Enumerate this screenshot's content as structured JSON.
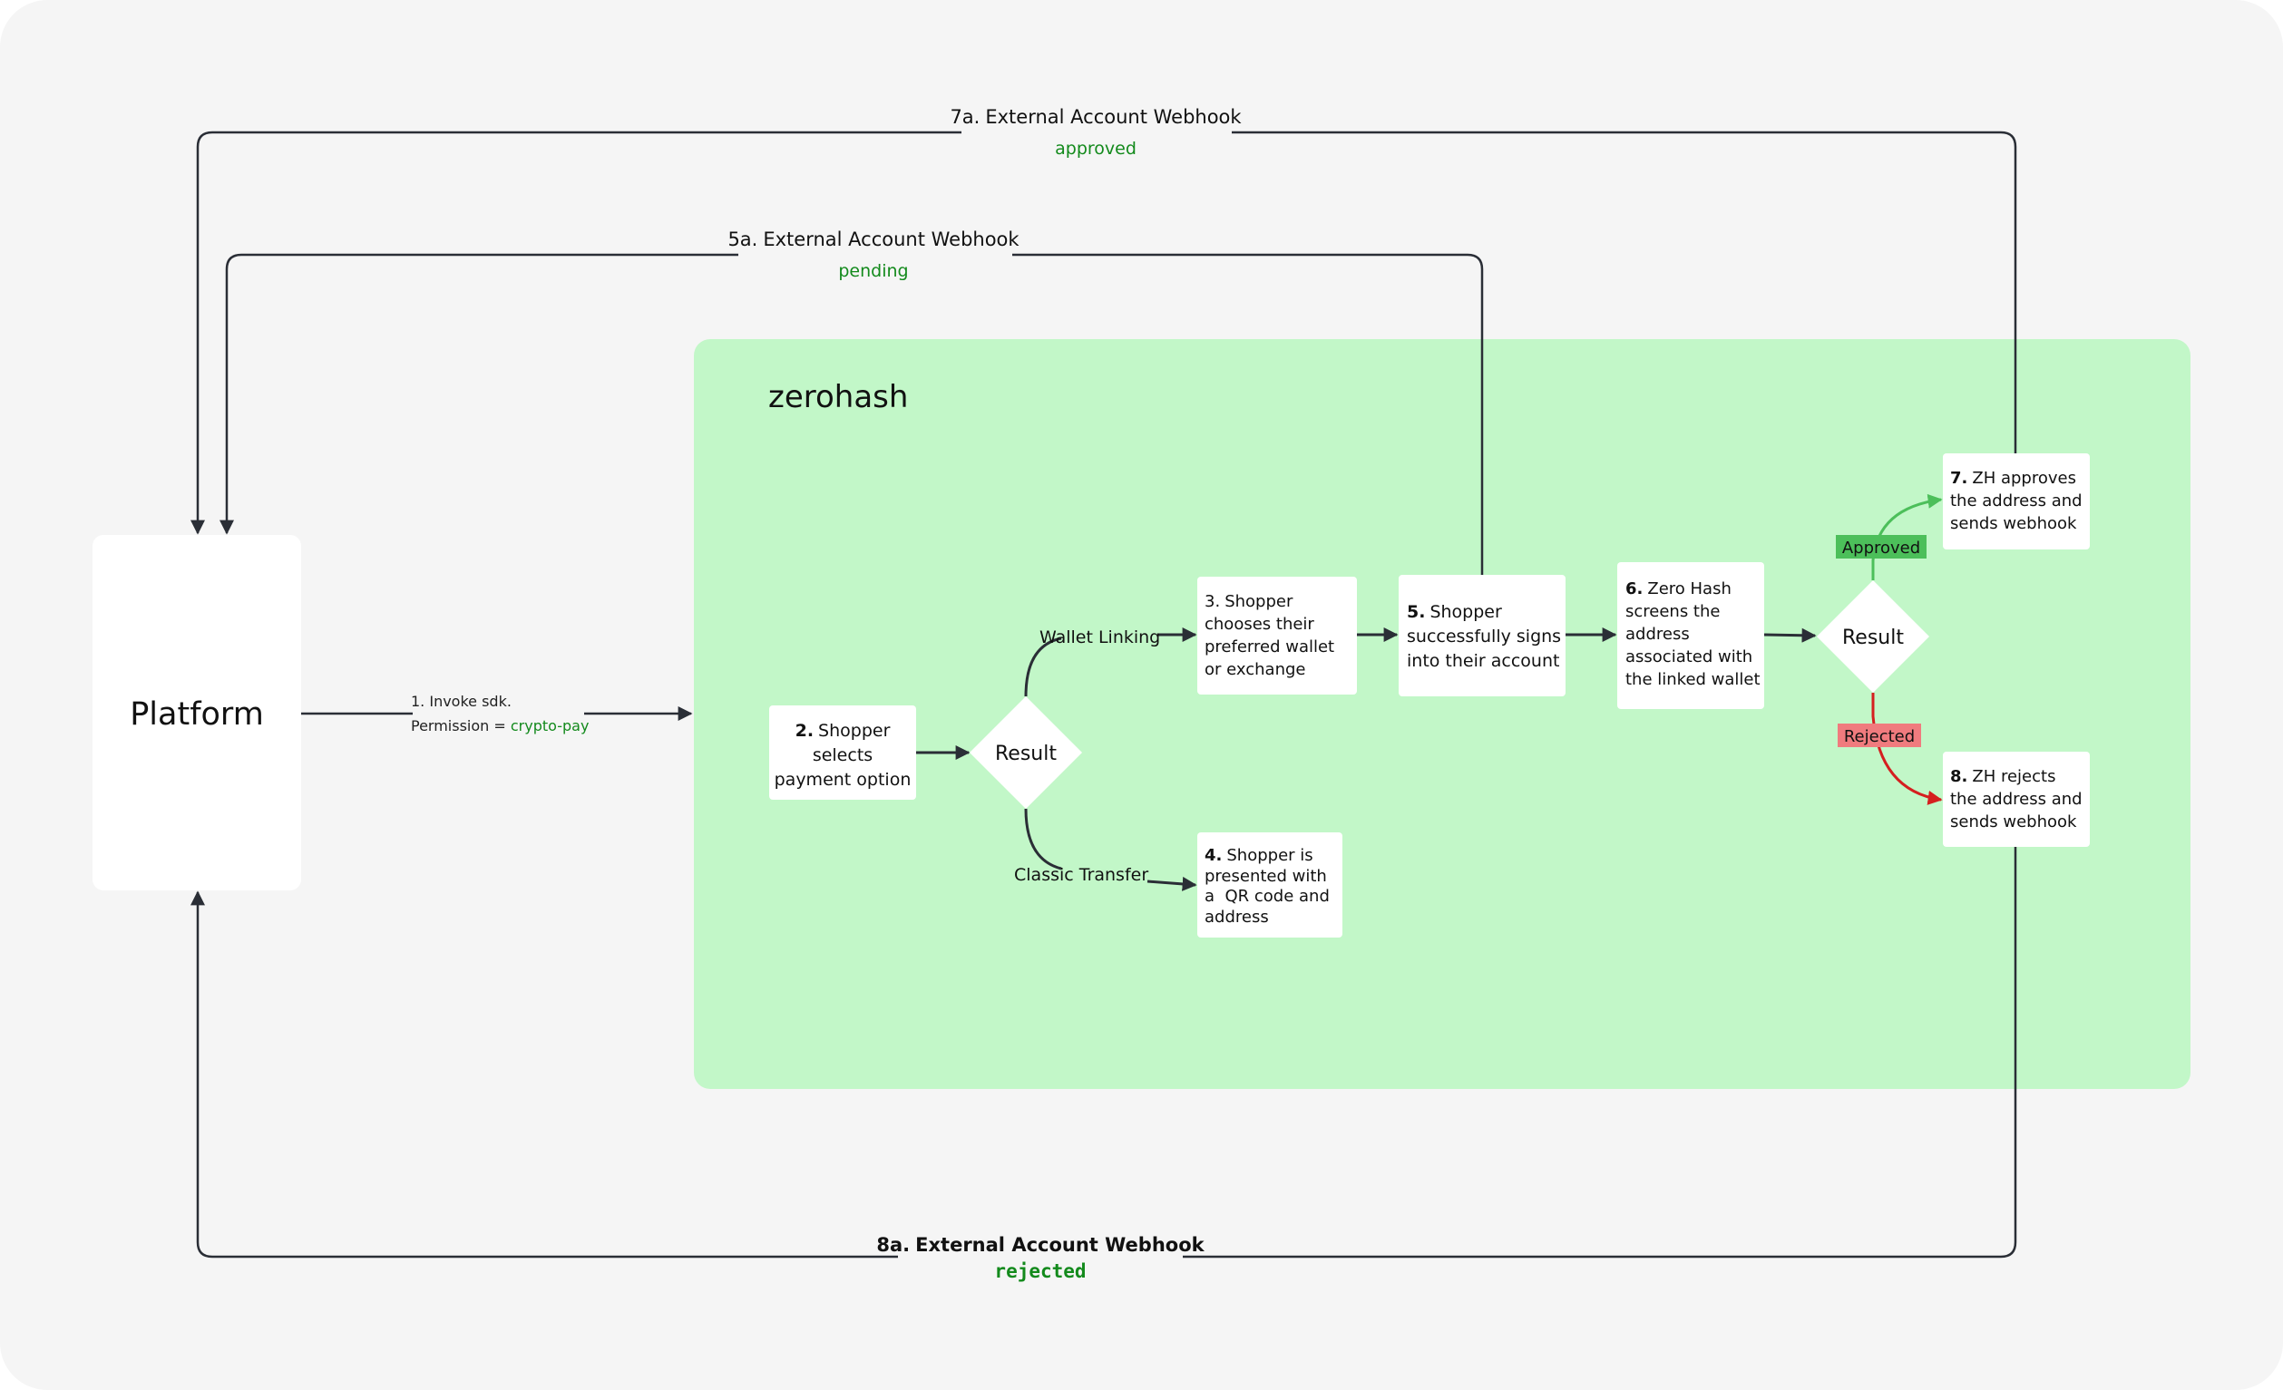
{
  "colors": {
    "canvas": "#f5f5f5",
    "zone": "#c2f7c8",
    "box": "#ffffff",
    "line": "#2a2e36",
    "text": "#111111",
    "green_text": "#138a1c",
    "approved_badge": "#4cbf5a",
    "approved_arrow": "#4cbf5a",
    "rejected_badge": "#f07b7e",
    "rejected_arrow": "#d51f1f"
  },
  "platform": {
    "label": "Platform"
  },
  "zone": {
    "label": "zerohash"
  },
  "edge_invoke": {
    "line1": "1. Invoke sdk.",
    "line2_prefix": "Permission = ",
    "line2_value": "crypto-pay"
  },
  "steps": {
    "s2": {
      "num": "2.",
      "text": "Shopper",
      "line2": "selects",
      "line3": "payment option"
    },
    "s3": {
      "num": "3.",
      "text": "Shopper",
      "line2": "chooses their",
      "line3": "preferred wallet",
      "line4": "or exchange"
    },
    "s4": {
      "num": "4.",
      "text": "Shopper is",
      "line2": "presented with",
      "line3": "a  QR code and",
      "line4": "address"
    },
    "s5": {
      "num": "5.",
      "text": "Shopper",
      "line2": "successfully signs",
      "line3": "into their account"
    },
    "s6": {
      "num": "6.",
      "text": "Zero Hash",
      "line2": "screens the",
      "line3": "address",
      "line4": "associated with",
      "line5": "the linked wallet"
    },
    "s7": {
      "num": "7.",
      "text": "ZH approves",
      "line2": "the address and",
      "line3": "sends webhook"
    },
    "s8": {
      "num": "8.",
      "text": "ZH rejects",
      "line2": "the address and",
      "line3": "sends webhook"
    }
  },
  "decisions": {
    "d1": {
      "label": "Result",
      "branch_top": "Wallet Linking",
      "branch_bottom": "Classic Transfer"
    },
    "d2": {
      "label": "Result",
      "branch_top": "Approved",
      "branch_bottom": "Rejected"
    }
  },
  "webhooks": {
    "w7a": {
      "title_num": "7a.",
      "title": "External Account Webhook",
      "status": "approved"
    },
    "w5a": {
      "title_num": "5a.",
      "title": "External Account Webhook",
      "status": "pending"
    },
    "w8a": {
      "title_num": "8a.",
      "title": "External Account Webhook",
      "status": "rejected"
    }
  }
}
